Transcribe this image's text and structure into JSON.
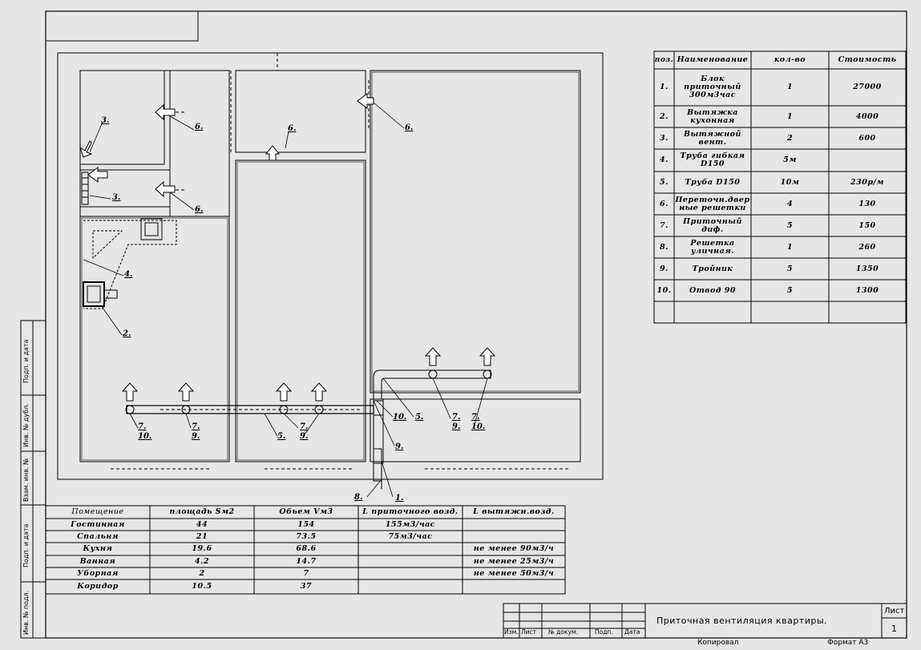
{
  "spec_table": {
    "headers": [
      "поз.",
      "Наименование",
      "кол-во",
      "Стоимость"
    ],
    "rows": [
      [
        "1.",
        "Блок приточный 300м3час",
        "1",
        "27000"
      ],
      [
        "2.",
        "Вытяжка кухонная",
        "1",
        "4000"
      ],
      [
        "3.",
        "Вытяжной вент.",
        "2",
        "600"
      ],
      [
        "4.",
        "Труба гибкая D150",
        "5м",
        ""
      ],
      [
        "5.",
        "Труба D150",
        "10м",
        "230р/м"
      ],
      [
        "6.",
        "Переточн.двер ные решетки",
        "4",
        "130"
      ],
      [
        "7.",
        "Приточный диф.",
        "5",
        "150"
      ],
      [
        "8.",
        "Решетка уличная.",
        "1",
        "260"
      ],
      [
        "9.",
        "Тройник",
        "5",
        "1350"
      ],
      [
        "10.",
        "Отвод 90",
        "5",
        "1300"
      ],
      [
        "",
        "",
        "",
        ""
      ]
    ]
  },
  "rooms_table": {
    "headers": [
      "Помещение",
      "площадь Sм2",
      "Обьем Vм3",
      "L приточного возд.",
      "L вытяжн.возд."
    ],
    "rows": [
      [
        "Гостинная",
        "44",
        "154",
        "155м3/час",
        ""
      ],
      [
        "Спальня",
        "21",
        "73.5",
        "75м3/час",
        ""
      ],
      [
        "Кухня",
        "19.6",
        "68.6",
        "",
        "не менее 90м3/ч"
      ],
      [
        "Ванная",
        "4.2",
        "14.7",
        "",
        "не менее 25м3/ч"
      ],
      [
        "Уборная",
        "2",
        "7",
        "",
        "не менее 50м3/ч"
      ],
      [
        "Коридор",
        "10.5",
        "37",
        "",
        ""
      ]
    ]
  },
  "plan_labels": {
    "l1": "1.",
    "l2": "2.",
    "l3a": "3.",
    "l3b": "3.",
    "l4": "4.",
    "l5a": "5.",
    "l5b": "5.",
    "l6a": "6.",
    "l6b": "6.",
    "l6c": "6.",
    "l6d": "6.",
    "l8": "8.",
    "l7a": "7.",
    "l10a": "10.",
    "l7b": "7.",
    "l9b": "9.",
    "l7c": "7.",
    "l9c": "9.",
    "l9d": "9.",
    "l10d": "10.",
    "l7e": "7.",
    "l9e": "9.",
    "l7f": "7.",
    "l10f": "10."
  },
  "side_strip": {
    "sign_date_1": "Подп. и дата",
    "inv_dubl": "Инв. № дубл.",
    "vzam_inv": "Взам. инв. №",
    "sign_date_2": "Подп. и дата",
    "inv_podl": "Инв. № подл."
  },
  "title_block": {
    "title": "Приточная вентиляция квартиры.",
    "sheet_label": "Лист",
    "sheet_number": "1",
    "col_izm": "Изм.",
    "col_list": "Лист",
    "col_doc": "№ докум.",
    "col_podp": "Подп.",
    "col_data": "Дата",
    "copied": "Копировал",
    "format": "Формат А3"
  }
}
